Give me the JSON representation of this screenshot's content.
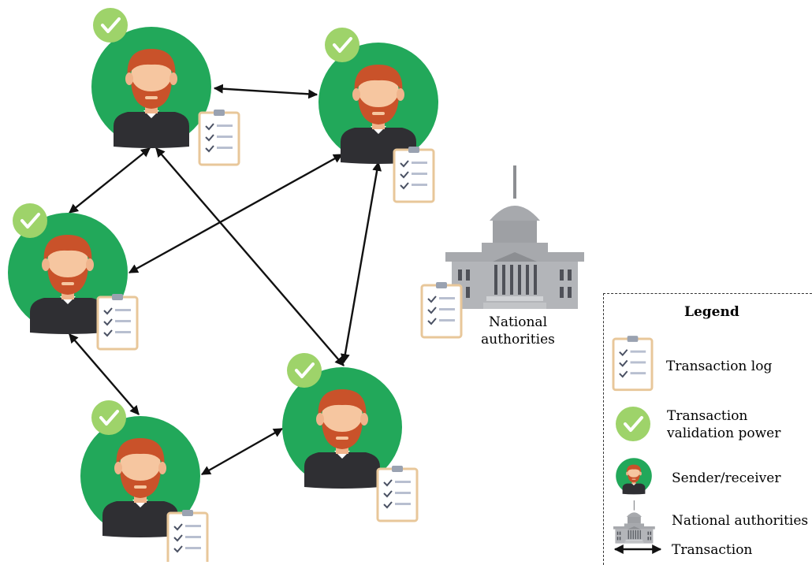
{
  "authorities_label": "National authorities",
  "legend": {
    "title": "Legend",
    "items": [
      {
        "icon": "clipboard-icon",
        "label": "Transaction log"
      },
      {
        "icon": "checkmark-icon",
        "label": "Transaction validation power"
      },
      {
        "icon": "person-icon",
        "label": "Sender/receiver"
      },
      {
        "icon": "capitol-building-icon",
        "label": "National authorities"
      },
      {
        "icon": "double-arrow-icon",
        "label": "Transaction"
      }
    ]
  },
  "colors": {
    "node_green": "#22a85a",
    "check_green": "#9ed36a",
    "hair": "#c9522a",
    "skin": "#f6c6a0",
    "shirt": "#2f2f33",
    "clipboard_border": "#e8c79a",
    "building_gray": "#a7a9ad"
  }
}
